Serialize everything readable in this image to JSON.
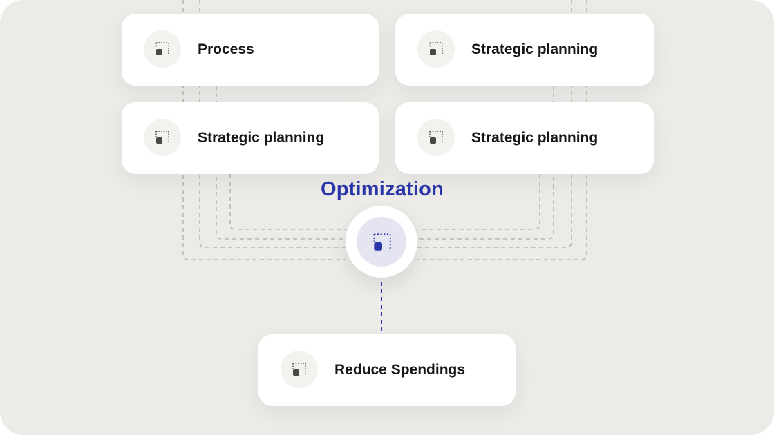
{
  "colors": {
    "background": "#ecebe8",
    "card": "#ffffff",
    "accent": "#2a35a8",
    "connector": "#b9b7b2",
    "icon_neutral": "#4a4845"
  },
  "hub": {
    "title": "Optimization",
    "icon": "dotted-square-icon"
  },
  "cards": {
    "top_left": {
      "label": "Process",
      "icon": "dotted-square-icon"
    },
    "top_right": {
      "label": "Strategic planning",
      "icon": "dotted-square-icon"
    },
    "mid_left": {
      "label": "Strategic planning",
      "icon": "dotted-square-icon"
    },
    "mid_right": {
      "label": "Strategic planning",
      "icon": "dotted-square-icon"
    },
    "bottom": {
      "label": "Reduce Spendings",
      "icon": "dotted-square-icon"
    }
  }
}
